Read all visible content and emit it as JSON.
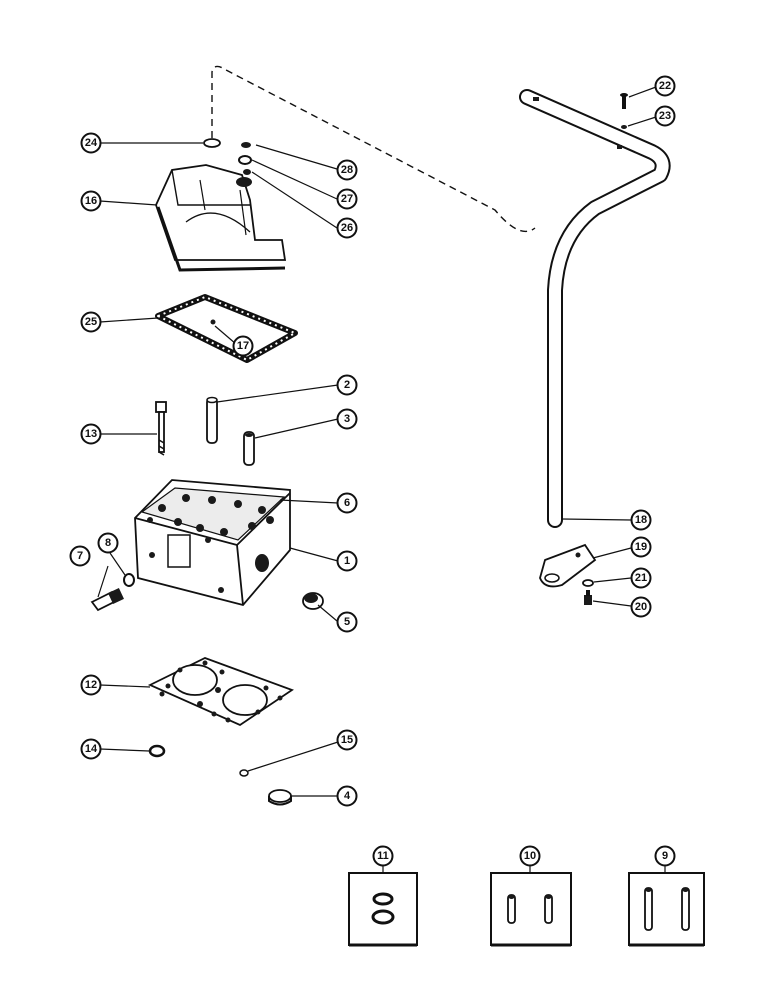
{
  "diagram": {
    "callouts": {
      "c1": "1",
      "c2": "2",
      "c3": "3",
      "c4": "4",
      "c5": "5",
      "c6": "6",
      "c7": "7",
      "c8": "8",
      "c9": "9",
      "c10": "10",
      "c11": "11",
      "c12": "12",
      "c13": "13",
      "c14": "14",
      "c15": "15",
      "c16": "16",
      "c17": "17",
      "c18": "18",
      "c19": "19",
      "c20": "20",
      "c21": "21",
      "c22": "22",
      "c23": "23",
      "c24": "24",
      "c25": "25",
      "c26": "26",
      "c27": "27",
      "c28": "28"
    },
    "kits": [
      {
        "label": "11",
        "contents": "valve-seat-inserts"
      },
      {
        "label": "10",
        "contents": "valve-guides"
      },
      {
        "label": "9",
        "contents": "valve-guides-long"
      }
    ]
  }
}
